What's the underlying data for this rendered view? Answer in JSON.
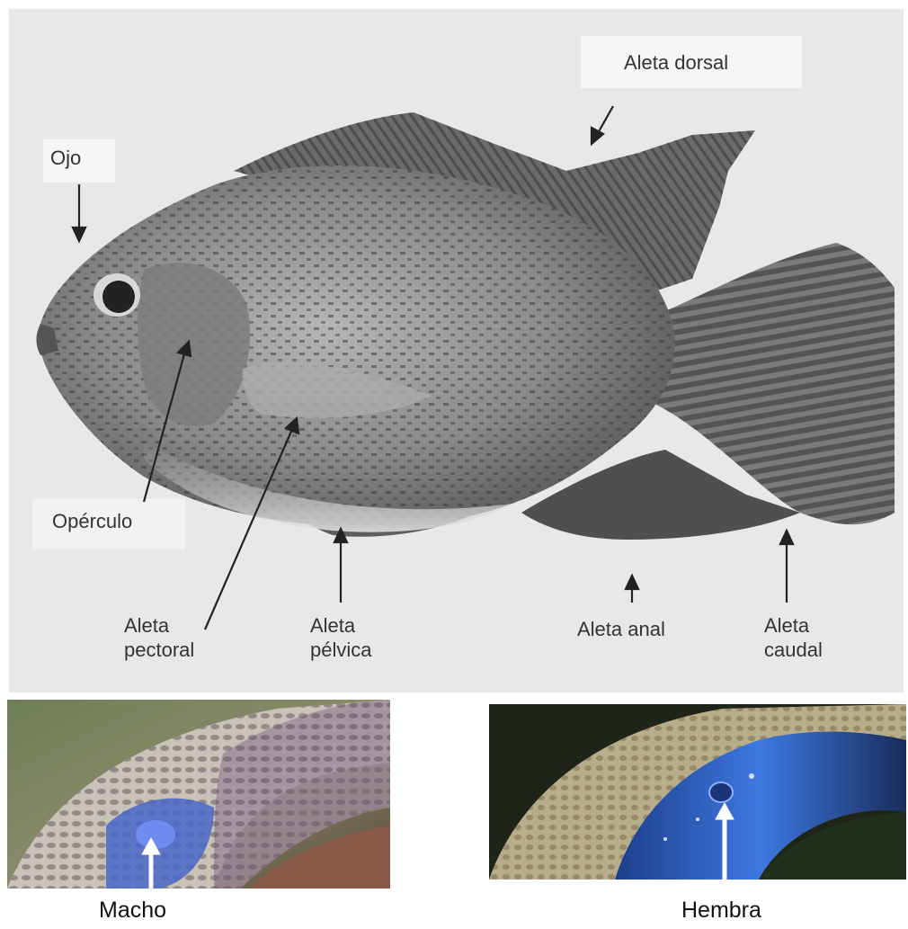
{
  "diagram": {
    "labels": {
      "ojo": "Ojo",
      "aleta_dorsal": "Aleta dorsal",
      "operculo": "Opérculo",
      "aleta_pectoral_1": "Aleta",
      "aleta_pectoral_2": "pectoral",
      "aleta_pelvica_1": "Aleta",
      "aleta_pelvica_2": "pélvica",
      "aleta_anal": "Aleta anal",
      "aleta_caudal_1": "Aleta",
      "aleta_caudal_2": "caudal"
    },
    "background": "#e9e9e9",
    "fish_body_color": "#8d8d8d",
    "fin_color": "#5e5e5e"
  },
  "photos": {
    "left_caption": "Macho",
    "right_caption": "Hembra",
    "papilla_color": "#3a63d6"
  }
}
